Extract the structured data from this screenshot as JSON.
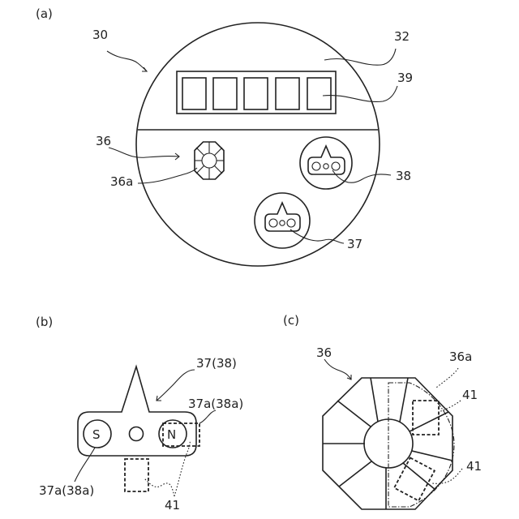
{
  "panels": {
    "a": {
      "tag": "(a)"
    },
    "b": {
      "tag": "(b)"
    },
    "c": {
      "tag": "(c)"
    }
  },
  "labels": {
    "ref_30": "30",
    "ref_32": "32",
    "ref_39": "39",
    "ref_36_a": "36",
    "ref_36a_a": "36a",
    "ref_38": "38",
    "ref_37": "37",
    "ref_37_38": "37(38)",
    "ref_37a_38a_right": "37a(38a)",
    "pole_s": "S",
    "pole_n": "N",
    "ref_37a_38a_left": "37a(38a)",
    "ref_41_b": "41",
    "ref_36_c": "36",
    "ref_36a_c": "36a",
    "ref_41_c_top": "41",
    "ref_41_c_bottom": "41"
  },
  "colors": {
    "line": "#222222",
    "background": "#ffffff"
  }
}
